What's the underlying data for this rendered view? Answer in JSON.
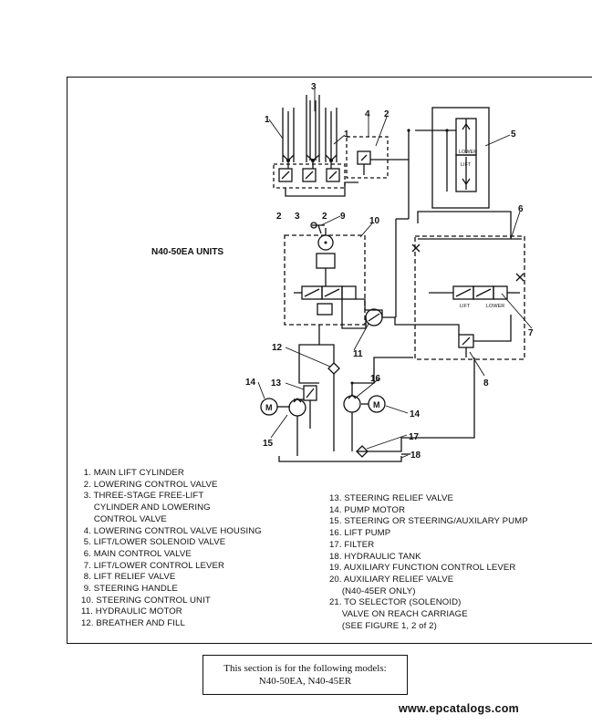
{
  "diagram": {
    "units_label": "N40-50EA UNITS",
    "callouts": [
      "1",
      "2",
      "3",
      "4",
      "5",
      "6",
      "7",
      "8",
      "9",
      "10",
      "11",
      "12",
      "13",
      "14",
      "15",
      "16",
      "17",
      "18"
    ],
    "valve_labels": {
      "lower": "LOWER",
      "lift": "LIFT",
      "lift2": "LIFT",
      "lower2": "LOWER"
    },
    "motor_symbol": "M"
  },
  "legend_left": [
    " 1. MAIN LIFT CYLINDER",
    " 2. LOWERING CONTROL VALVE",
    " 3. THREE-STAGE FREE-LIFT",
    "     CYLINDER AND LOWERING",
    "     CONTROL VALVE",
    " 4. LOWERING CONTROL VALVE HOUSING",
    " 5. LIFT/LOWER SOLENOID VALVE",
    " 6. MAIN CONTROL VALVE",
    " 7. LIFT/LOWER CONTROL LEVER",
    " 8. LIFT RELIEF VALVE",
    " 9. STEERING HANDLE",
    "10. STEERING CONTROL UNIT",
    "11. HYDRAULIC MOTOR",
    "12. BREATHER AND FILL"
  ],
  "legend_right": [
    "13. STEERING RELIEF VALVE",
    "14. PUMP MOTOR",
    "15. STEERING OR STEERING/AUXILARY PUMP",
    "16. LIFT PUMP",
    "17. FILTER",
    "18. HYDRAULIC TANK",
    "19. AUXILIARY FUNCTION CONTROL LEVER",
    "20. AUXILIARY RELIEF VALVE",
    "     (N40-45ER ONLY)",
    "21. TO SELECTOR (SOLENOID)",
    "     VALVE ON REACH CARRIAGE",
    "     (SEE FIGURE 1, 2 of 2)"
  ],
  "models_box": {
    "line1": "This section is for the following models:",
    "line2": "N40-50EA, N40-45ER"
  },
  "footer": {
    "website": "www.epcatalogs.com"
  }
}
